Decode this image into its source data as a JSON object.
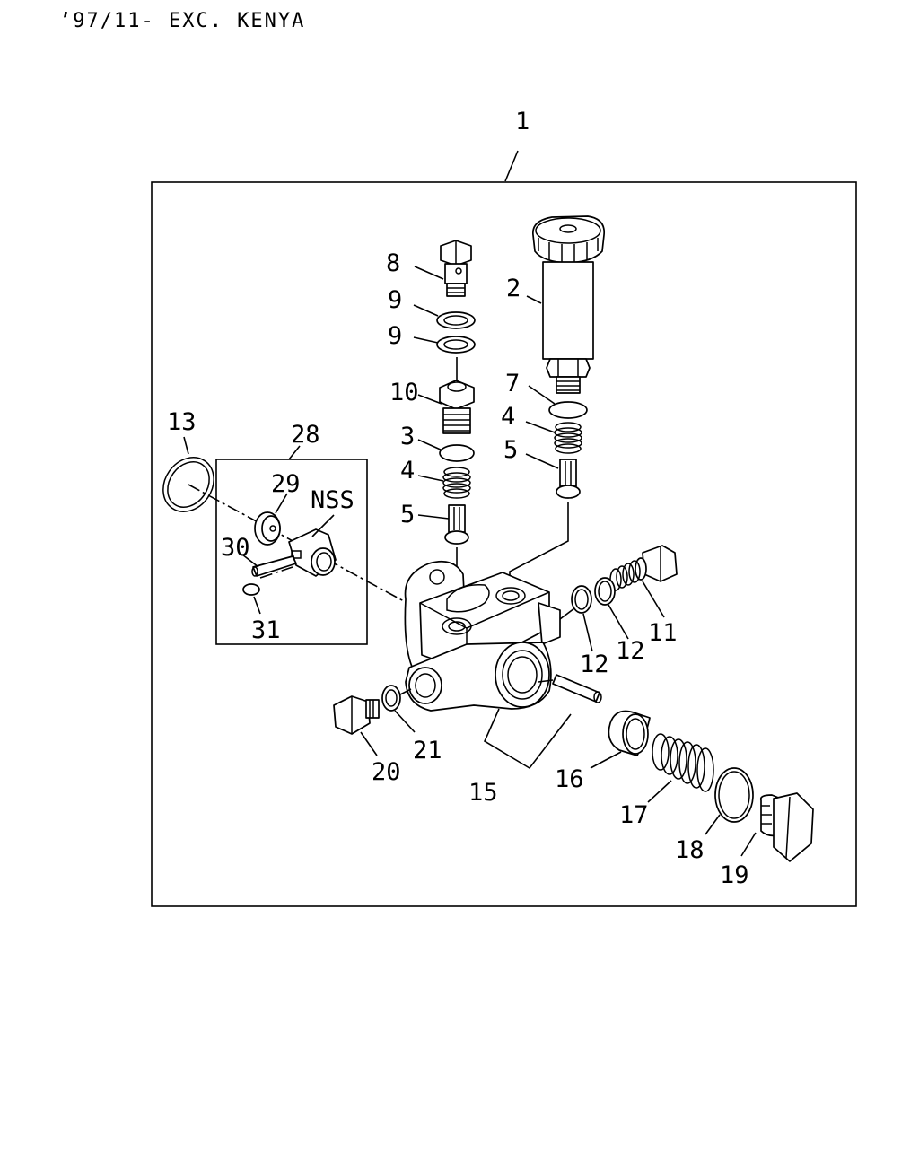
{
  "header": {
    "text": "’97/11- EXC. KENYA"
  },
  "callouts": {
    "c1": "1",
    "c2": "2",
    "c3": "3",
    "c4a": "4",
    "c4b": "4",
    "c5a": "5",
    "c5b": "5",
    "c7": "7",
    "c8": "8",
    "c9a": "9",
    "c9b": "9",
    "c10": "10",
    "c11": "11",
    "c12a": "12",
    "c12b": "12",
    "c13": "13",
    "c15": "15",
    "c16": "16",
    "c17": "17",
    "c18": "18",
    "c19": "19",
    "c20": "20",
    "c21": "21",
    "c28": "28",
    "c29": "29",
    "c30": "30",
    "c31": "31",
    "nss": "NSS"
  }
}
